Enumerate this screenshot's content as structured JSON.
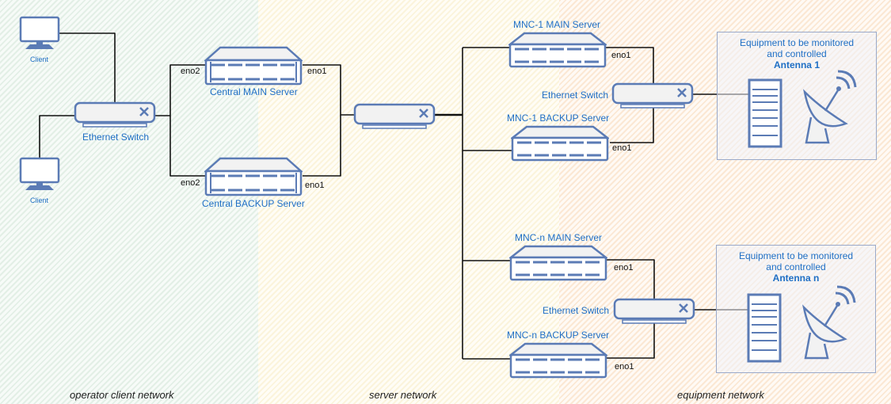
{
  "zones": {
    "client": "operator client network",
    "server": "server network",
    "equipment": "equipment network"
  },
  "clients": [
    {
      "label": "Client",
      "icon": "monitor-icon"
    },
    {
      "label": "Client",
      "icon": "monitor-icon"
    }
  ],
  "client_switch": {
    "label": "Ethernet Switch",
    "icon": "ethernet-switch-icon"
  },
  "central": {
    "main": {
      "label": "Central MAIN Server",
      "left_port": "eno2",
      "right_port": "eno1"
    },
    "backup": {
      "label": "Central BACKUP Server",
      "left_port": "eno2",
      "right_port": "eno1"
    }
  },
  "core_switch": {
    "icon": "ethernet-switch-icon"
  },
  "sites": [
    {
      "main": {
        "label": "MNC-1 MAIN Server",
        "port": "eno1"
      },
      "backup": {
        "label": "MNC-1 BACKUP Server",
        "port": "eno1"
      },
      "switch_label": "Ethernet Switch",
      "equipment": {
        "line1": "Equipment to be monitored",
        "line2": "and controlled",
        "name": "Antenna 1"
      }
    },
    {
      "main": {
        "label": "MNC-n MAIN Server",
        "port": "eno1"
      },
      "backup": {
        "label": "MNC-n BACKUP Server",
        "port": "eno1"
      },
      "switch_label": "Ethernet Switch",
      "equipment": {
        "line1": "Equipment to be monitored",
        "line2": "and controlled",
        "name": "Antenna n"
      }
    }
  ],
  "colors": {
    "icon_stroke": "#5b7bb5",
    "label_text": "#1f6fc5",
    "wire": "#111111"
  }
}
